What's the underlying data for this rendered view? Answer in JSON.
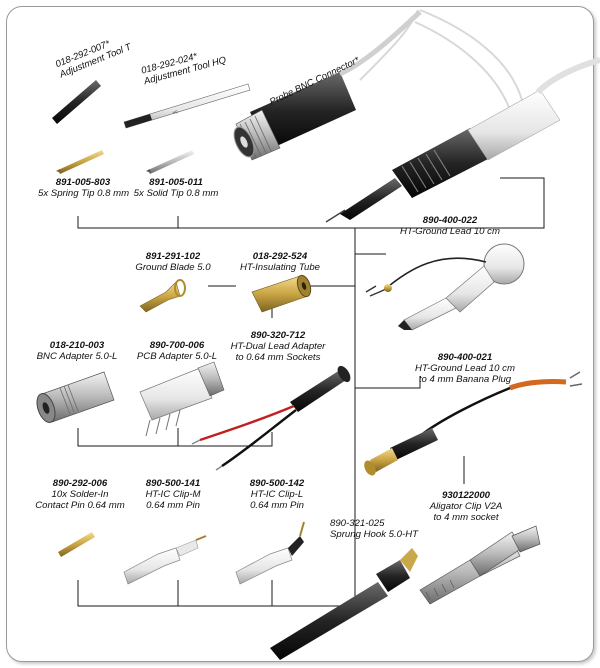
{
  "parts": {
    "adj_t": {
      "pn": "018-292-007",
      "d1": "Adjustment Tool T",
      "mark": "*"
    },
    "adj_hq": {
      "pn": "018-292-024",
      "d1": "Adjustment Tool HQ",
      "mark": "*"
    },
    "bnc_conn": {
      "d1": "Probe BNC Connector",
      "mark": "*"
    },
    "spring_tip": {
      "pn": "891-005-803",
      "d1": "5x Spring Tip 0.8 mm"
    },
    "solid_tip": {
      "pn": "891-005-011",
      "d1": "5x Solid Tip 0.8 mm"
    },
    "ground_blade": {
      "pn": "891-291-102",
      "d1": "Ground Blade 5.0"
    },
    "ins_tube": {
      "pn": "018-292-524",
      "d1": "HT-Insulating Tube"
    },
    "ground_lead": {
      "pn": "890-400-022",
      "d1": "HT-Ground Lead 10 cm"
    },
    "dual_lead": {
      "pn": "890-320-712",
      "d1": "HT-Dual Lead Adapter",
      "d2": "to 0.64 mm Sockets"
    },
    "bnc_adapter": {
      "pn": "018-210-003",
      "d1": "BNC Adapter 5.0-L"
    },
    "pcb_adapter": {
      "pn": "890-700-006",
      "d1": "PCB Adapter 5.0-L"
    },
    "ground_banana": {
      "pn": "890-400-021",
      "d1": "HT-Ground Lead 10 cm",
      "d2": "to 4 mm Banana Plug"
    },
    "solder_pin": {
      "pn": "890-292-006",
      "d1": "10x Solder-In",
      "d2": "Contact Pin 0.64 mm"
    },
    "ic_clip_m": {
      "pn": "890-500-141",
      "d1": "HT-IC Clip-M",
      "d2": "0.64 mm Pin"
    },
    "ic_clip_l": {
      "pn": "890-500-142",
      "d1": "HT-IC Clip-L",
      "d2": "0.64 mm Pin"
    },
    "sprung_hook": {
      "pn": "890-321-025",
      "d1": "Sprung Hook 5.0-HT"
    },
    "alligator": {
      "pn": "930122000",
      "d1": "Aligator Clip V2A",
      "d2": "to 4 mm socket"
    }
  },
  "colors": {
    "line": "#1a1a1a",
    "probe_body": "#2a2a2a",
    "brass": "#c8a84a",
    "silver": "#b8b8b8",
    "orange": "#d2691e"
  }
}
